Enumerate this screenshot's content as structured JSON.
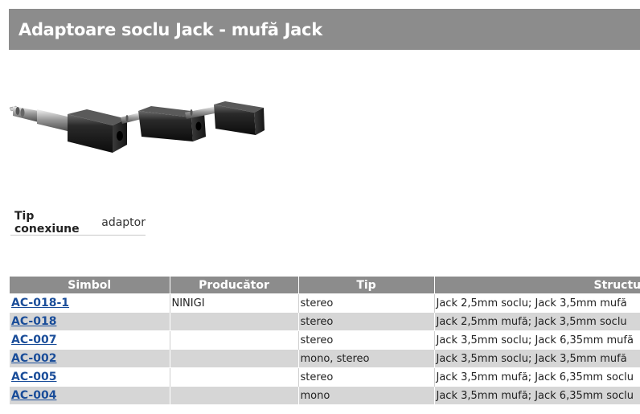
{
  "page": {
    "title": "Adaptoare soclu Jack - mufă Jack"
  },
  "product": {
    "image_name": "jack-adapters-photo"
  },
  "properties": [
    {
      "label": "Tip conexiune",
      "value": "adaptor"
    }
  ],
  "table": {
    "headers": [
      "Simbol",
      "Producător",
      "Tip",
      "Structura"
    ],
    "rows": [
      {
        "symbol": "AC-018-1",
        "producer": "NINIGI",
        "type": "stereo",
        "structure": "Jack 2,5mm soclu; Jack 3,5mm mufă"
      },
      {
        "symbol": "AC-018",
        "producer": "",
        "type": "stereo",
        "structure": "Jack 2,5mm mufă; Jack 3,5mm soclu"
      },
      {
        "symbol": "AC-007",
        "producer": "",
        "type": "stereo",
        "structure": "Jack 3,5mm soclu; Jack 6,35mm mufă"
      },
      {
        "symbol": "AC-002",
        "producer": "",
        "type": "mono, stereo",
        "structure": "Jack 3,5mm soclu; Jack 3,5mm mufă"
      },
      {
        "symbol": "AC-005",
        "producer": "",
        "type": "stereo",
        "structure": "Jack 3,5mm mufă; Jack 6,35mm soclu"
      },
      {
        "symbol": "AC-004",
        "producer": "",
        "type": "mono",
        "structure": "Jack 3,5mm mufă; Jack 6,35mm soclu"
      }
    ]
  },
  "colors": {
    "header_bg": "#8c8c8c",
    "link": "#1a4d99",
    "row_alt": "#d6d6d6"
  }
}
